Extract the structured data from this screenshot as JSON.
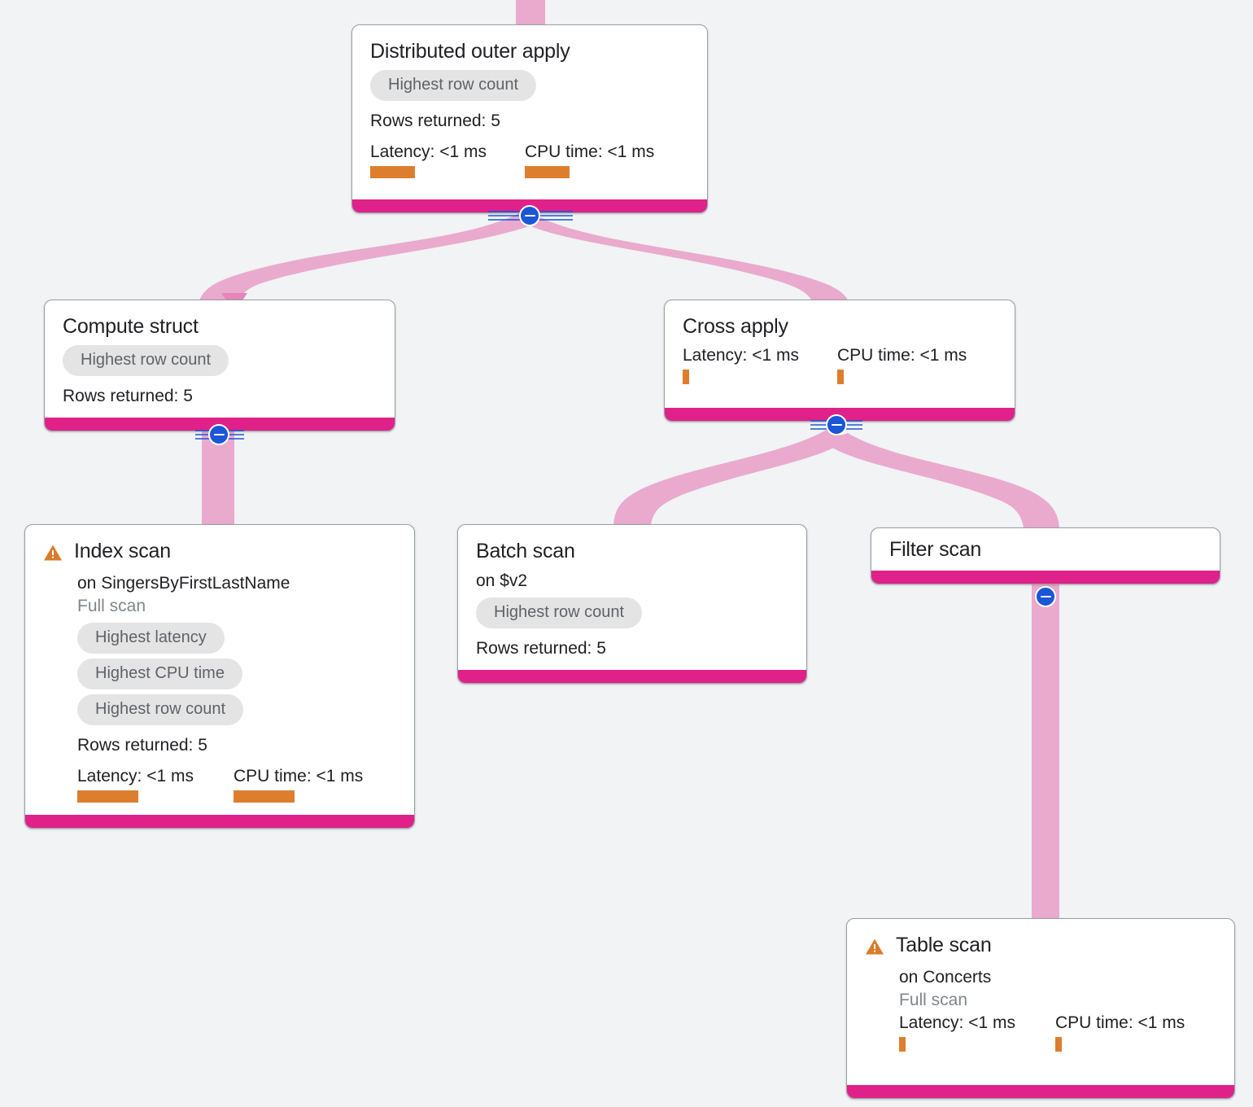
{
  "meta": {
    "view": "Query execution plan graph",
    "colors": {
      "background": "#f1f3f4",
      "node_footer_pink": "#e0218a",
      "edge_pink": "#e9aacd",
      "metric_bar_orange": "#dd7e2f",
      "chip_bg": "#e4e4e4",
      "chip_text": "#5f6368",
      "collapse_blue": "#1a56d6",
      "warning_orange": "#d97c2b",
      "title_text": "#202124",
      "muted_text": "#80868b"
    }
  },
  "labels": {
    "rows_returned_prefix": "Rows returned:",
    "latency_prefix": "Latency:",
    "cpu_prefix": "CPU time:",
    "collapse_icon": "minus-circle-icon",
    "warning_icon": "warning-triangle-icon"
  },
  "nodes": [
    {
      "id": "distributed-outer-apply",
      "title": "Distributed outer apply",
      "warning": false,
      "subtitle": null,
      "scan_note": null,
      "chips": [
        "Highest row count"
      ],
      "rows_returned": "Rows returned: 5",
      "latency_label": "Latency: <1 ms",
      "cpu_label": "CPU time: <1 ms",
      "latency_bar_width": 55,
      "cpu_bar_width": 55,
      "has_collapse": true
    },
    {
      "id": "compute-struct",
      "title": "Compute struct",
      "warning": false,
      "subtitle": null,
      "scan_note": null,
      "chips": [
        "Highest row count"
      ],
      "rows_returned": "Rows returned: 5",
      "latency_label": null,
      "cpu_label": null,
      "has_collapse": true
    },
    {
      "id": "cross-apply",
      "title": "Cross apply",
      "warning": false,
      "subtitle": null,
      "scan_note": null,
      "chips": [],
      "rows_returned": null,
      "latency_label": "Latency: <1 ms",
      "cpu_label": "CPU time: <1 ms",
      "latency_bar_width": 8,
      "cpu_bar_width": 8,
      "has_collapse": true
    },
    {
      "id": "index-scan",
      "title": "Index scan",
      "warning": true,
      "subtitle": "on SingersByFirstLastName",
      "scan_note": "Full scan",
      "chips": [
        "Highest latency",
        "Highest CPU time",
        "Highest row count"
      ],
      "rows_returned": "Rows returned: 5",
      "latency_label": "Latency: <1 ms",
      "cpu_label": "CPU time: <1 ms",
      "latency_bar_width": 75,
      "cpu_bar_width": 75,
      "has_collapse": false
    },
    {
      "id": "batch-scan",
      "title": "Batch scan",
      "warning": false,
      "subtitle": "on $v2",
      "scan_note": null,
      "chips": [
        "Highest row count"
      ],
      "rows_returned": "Rows returned: 5",
      "latency_label": null,
      "cpu_label": null,
      "has_collapse": false
    },
    {
      "id": "filter-scan",
      "title": "Filter scan",
      "warning": false,
      "subtitle": null,
      "scan_note": null,
      "chips": [],
      "rows_returned": null,
      "latency_label": null,
      "cpu_label": null,
      "has_collapse": true
    },
    {
      "id": "table-scan",
      "title": "Table scan",
      "warning": true,
      "subtitle": "on Concerts",
      "scan_note": "Full scan",
      "chips": [],
      "rows_returned": null,
      "latency_label": "Latency: <1 ms",
      "cpu_label": "CPU time: <1 ms",
      "latency_bar_width": 8,
      "cpu_bar_width": 8,
      "has_collapse": false
    }
  ],
  "edges": [
    {
      "from": "incoming-top",
      "to": "distributed-outer-apply"
    },
    {
      "from": "distributed-outer-apply",
      "to": "compute-struct"
    },
    {
      "from": "distributed-outer-apply",
      "to": "cross-apply"
    },
    {
      "from": "compute-struct",
      "to": "index-scan"
    },
    {
      "from": "cross-apply",
      "to": "batch-scan"
    },
    {
      "from": "cross-apply",
      "to": "filter-scan"
    },
    {
      "from": "filter-scan",
      "to": "table-scan"
    }
  ]
}
